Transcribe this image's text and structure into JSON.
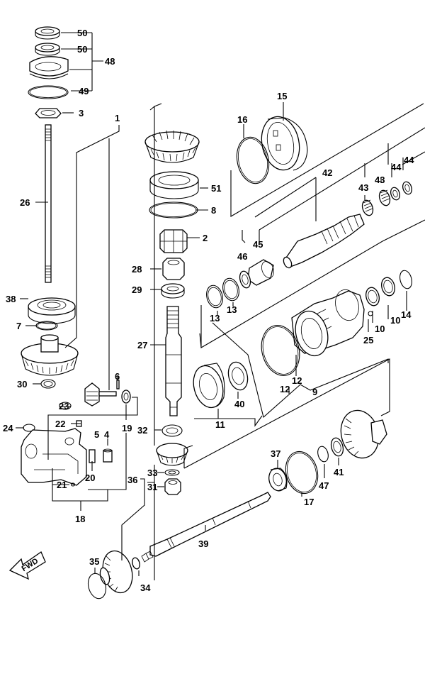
{
  "labels": {
    "p1": "1",
    "p2": "2",
    "p3": "3",
    "p4": "4",
    "p5": "5",
    "p6": "6",
    "p7": "7",
    "p8": "8",
    "p9": "9",
    "p10a": "10",
    "p10b": "10",
    "p11": "11",
    "p12a": "12",
    "p12b": "12",
    "p13a": "13",
    "p13b": "13",
    "p14": "14",
    "p15": "15",
    "p16": "16",
    "p17": "17",
    "p18": "18",
    "p19": "19",
    "p20": "20",
    "p21": "21",
    "p22": "22",
    "p23": "23",
    "p24": "24",
    "p25": "25",
    "p26": "26",
    "p27": "27",
    "p28": "28",
    "p29": "29",
    "p30": "30",
    "p31": "31",
    "p32": "32",
    "p33": "33",
    "p34": "34",
    "p35": "35",
    "p36": "36",
    "p37": "37",
    "p38": "38",
    "p39": "39",
    "p40": "40",
    "p41": "41",
    "p42": "42",
    "p43a": "43",
    "p43b": "43",
    "p44a": "44",
    "p44b": "44",
    "p45": "45",
    "p46": "46",
    "p47": "47",
    "p48": "48",
    "p49": "49",
    "p50a": "50",
    "p50b": "50",
    "p51": "51"
  },
  "fwd_arrow": {
    "text": "FWD"
  }
}
